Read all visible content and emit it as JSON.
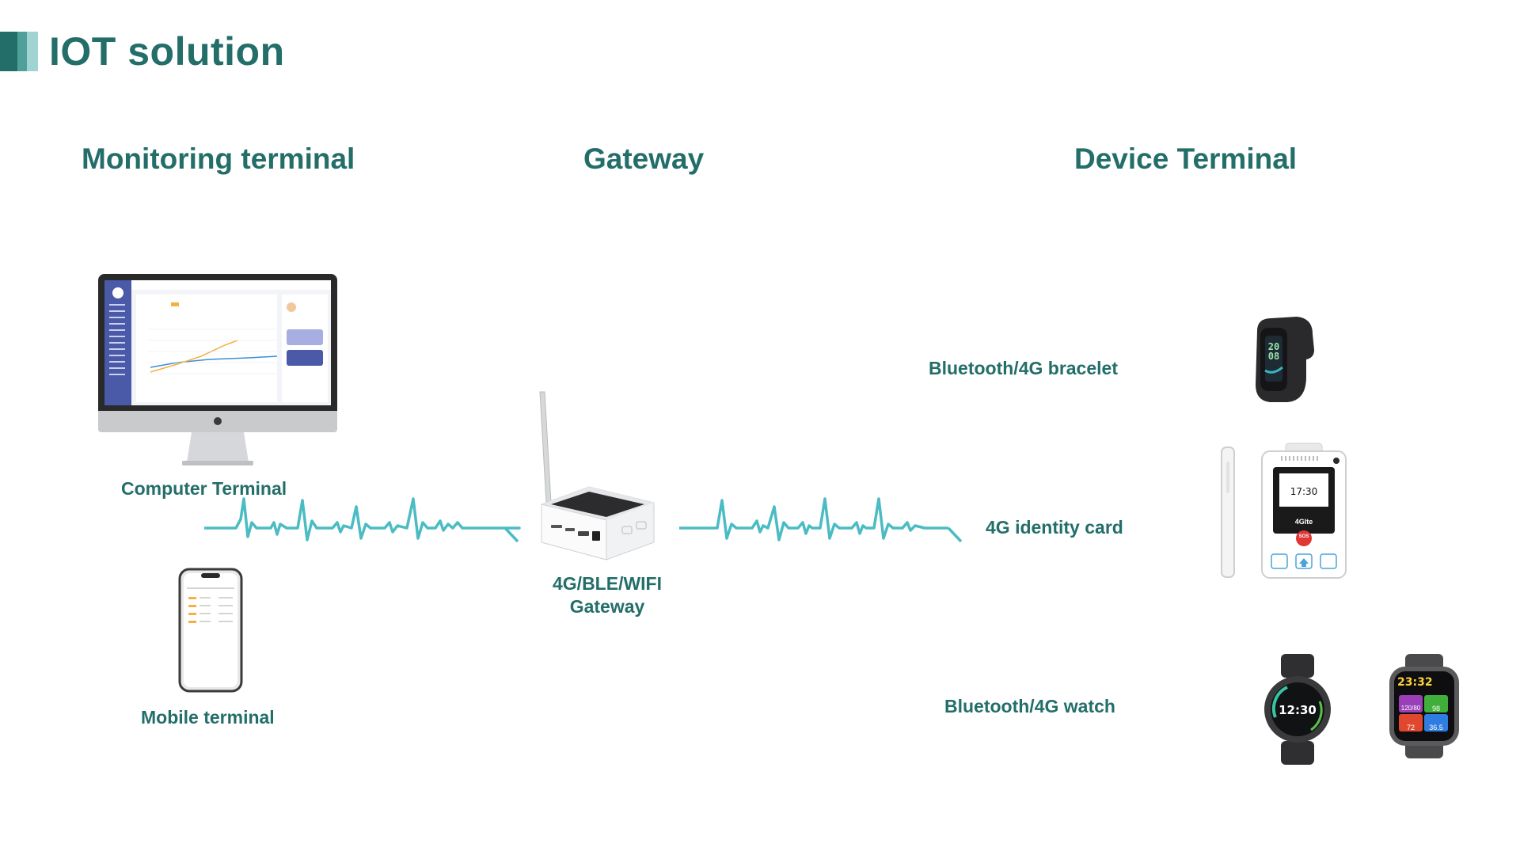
{
  "title": "IOT solution",
  "colors": {
    "primary": "#236e69",
    "wave": "#4bbcc3",
    "accent_light": "#8ccfcd"
  },
  "columns": {
    "monitoring": "Monitoring terminal",
    "gateway": "Gateway",
    "device": "Device Terminal"
  },
  "monitoring": {
    "computer_label": "Computer Terminal",
    "mobile_label": "Mobile terminal"
  },
  "gateway": {
    "label_line1": "4G/BLE/WIFI",
    "label_line2": "Gateway"
  },
  "devices": {
    "bracelet_label": "Bluetooth/4G bracelet",
    "card_label": "4G identity card",
    "watch_label": "Bluetooth/4G watch",
    "bracelet_screen": [
      "20",
      "08"
    ],
    "card_screen_time": "17:30",
    "card_brand": "4Glte",
    "card_sos": "SOS",
    "watch1_time": "12:30",
    "watch2_time": "23:32",
    "watch2_tiles": [
      "120/80",
      "98",
      "72",
      "36.5"
    ]
  }
}
